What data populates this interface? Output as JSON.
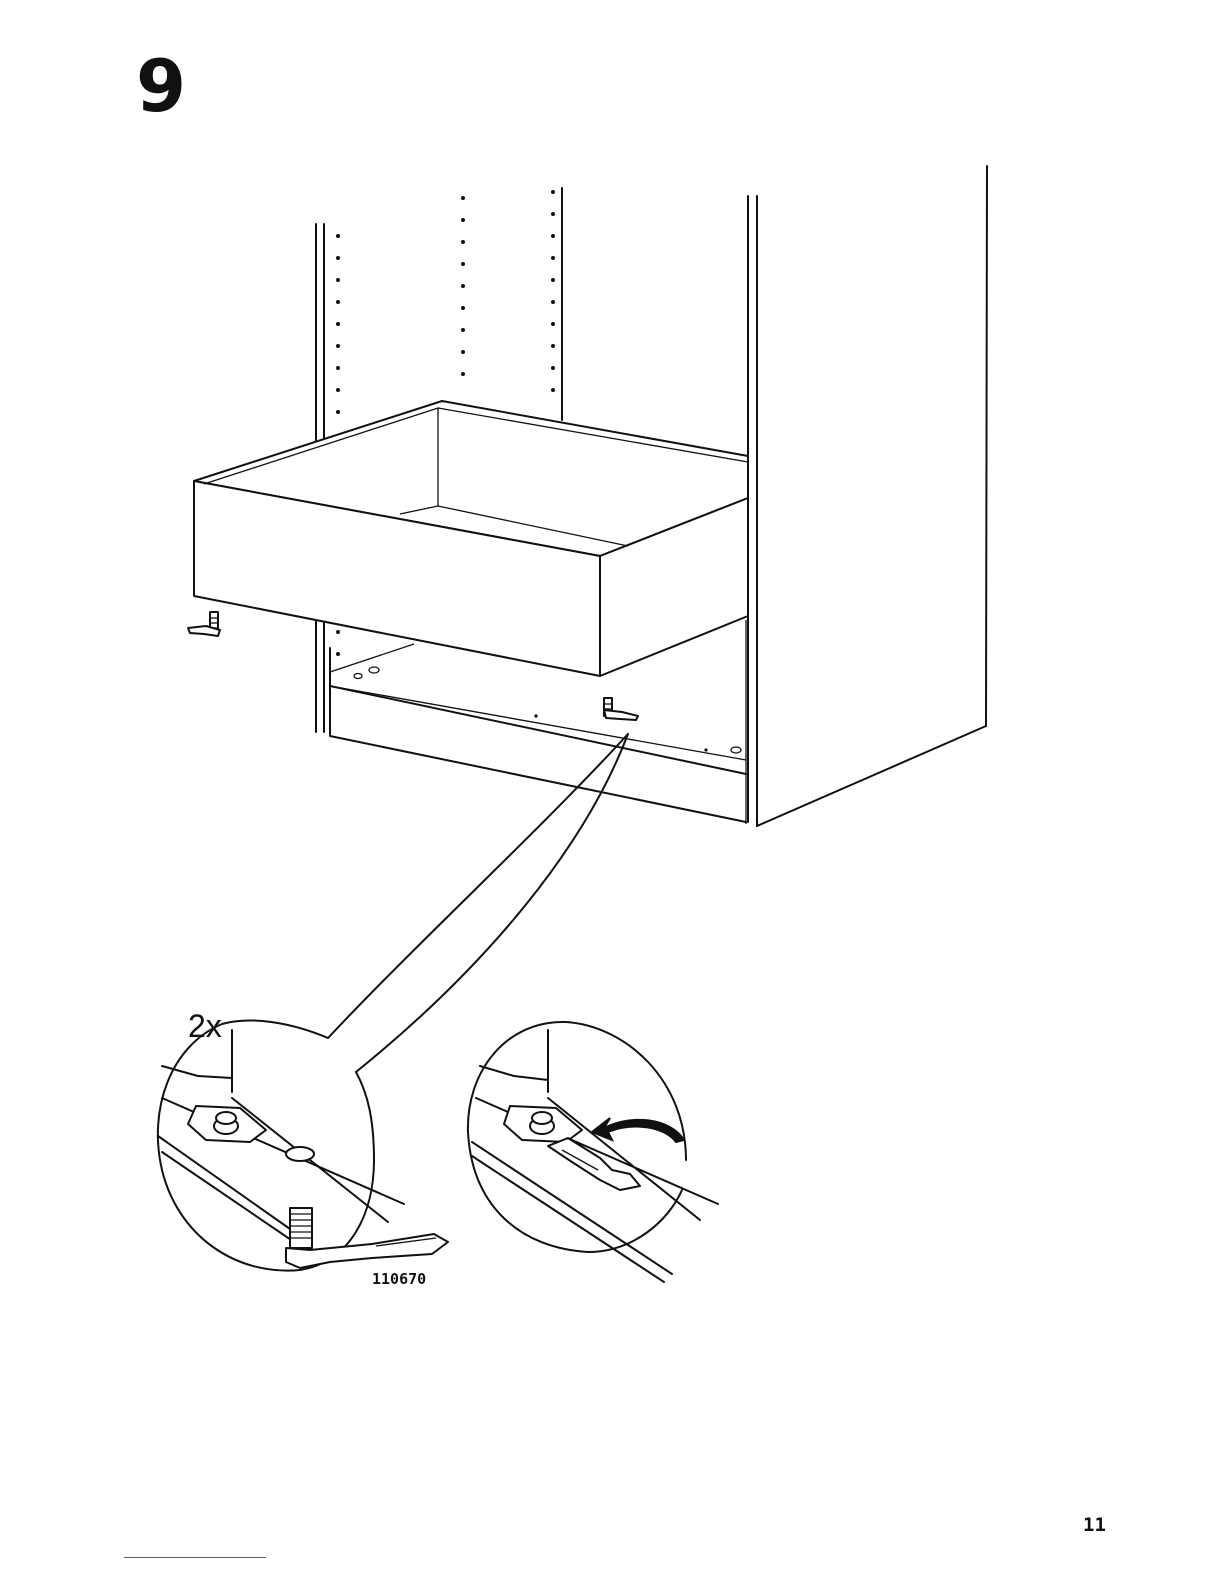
{
  "instruction": {
    "step_number": "9",
    "quantity_label": "2x",
    "part_number": "110670",
    "page_number": "11"
  }
}
